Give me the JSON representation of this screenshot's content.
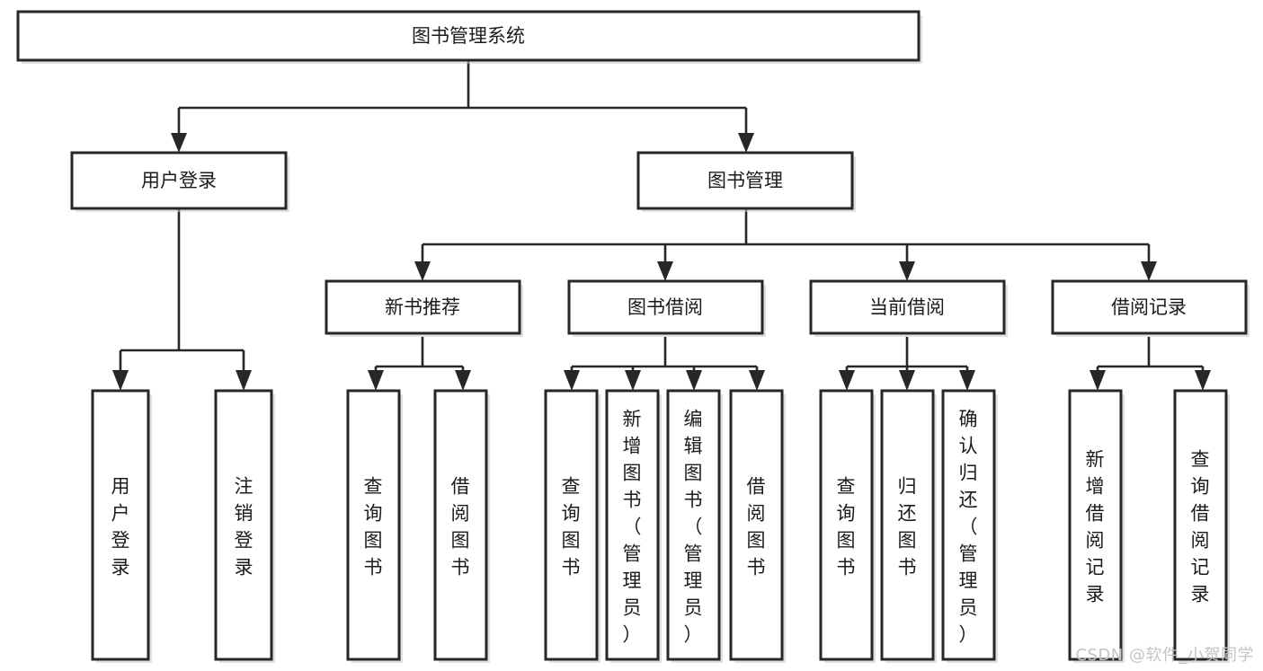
{
  "diagram": {
    "title": "图书管理系统",
    "type": "tree-hierarchy",
    "root": {
      "label": "图书管理系统"
    },
    "level2": [
      {
        "label": "用户登录"
      },
      {
        "label": "图书管理"
      }
    ],
    "level3": [
      {
        "label": "新书推荐"
      },
      {
        "label": "图书借阅"
      },
      {
        "label": "当前借阅"
      },
      {
        "label": "借阅记录"
      }
    ],
    "leaves": {
      "user_login": [
        {
          "label": "用户登录"
        },
        {
          "label": "注销登录"
        }
      ],
      "new_book_recommend": [
        {
          "label": "查询图书"
        },
        {
          "label": "借阅图书"
        }
      ],
      "book_borrow": [
        {
          "label": "查询图书"
        },
        {
          "label": "新增图书（管理员）"
        },
        {
          "label": "编辑图书（管理员）"
        },
        {
          "label": "借阅图书"
        }
      ],
      "current_borrow": [
        {
          "label": "查询图书"
        },
        {
          "label": "归还图书"
        },
        {
          "label": "确认归还（管理员）"
        }
      ],
      "borrow_record": [
        {
          "label": "新增借阅记录"
        },
        {
          "label": "查询借阅记录"
        }
      ]
    }
  },
  "watermark": {
    "text": "CSDN @软件_小贺同学",
    "color": "#c4c4c4"
  },
  "colors": {
    "box_stroke": "#272727",
    "box_fill": "#ffffff",
    "connector": "#272727",
    "text": "#1b1b1b",
    "background": "#ffffff"
  }
}
